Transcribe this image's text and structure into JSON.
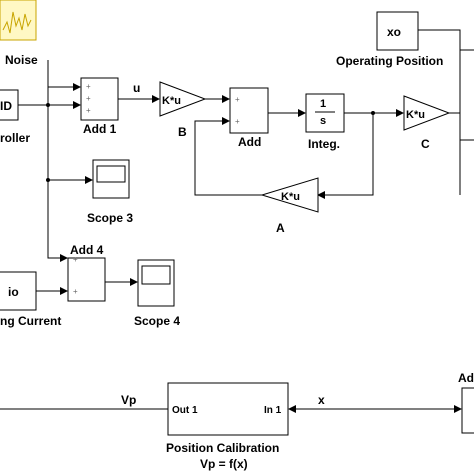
{
  "blocks": {
    "noise": {
      "label": "Noise"
    },
    "pid": {
      "text": "ID",
      "label": "roller"
    },
    "add1": {
      "label": "Add 1",
      "signs": [
        "+",
        "+",
        "+"
      ]
    },
    "gain_b": {
      "text": "K*u",
      "label": "B"
    },
    "add": {
      "label": "Add",
      "signs": [
        "+",
        "+"
      ]
    },
    "integ": {
      "num": "1",
      "den": "s",
      "label": "Integ."
    },
    "gain_c": {
      "text": "K*u",
      "label": "C"
    },
    "op_pos": {
      "text": "xo",
      "label": "Operating Position"
    },
    "gain_a": {
      "text": "K*u",
      "label": "A"
    },
    "scope3": {
      "label": "Scope 3"
    },
    "add4": {
      "label": "Add 4",
      "signs": [
        "+",
        "+"
      ]
    },
    "io": {
      "text": "io",
      "label": "ng Current"
    },
    "scope4": {
      "label": "Scope 4"
    },
    "pos_cal": {
      "out_port": "Out 1",
      "in_port": "In 1",
      "label": "Position Calibration",
      "formula": "Vp = f(x)"
    },
    "right_block": {
      "label": "Ad"
    }
  },
  "signals": {
    "u": "u",
    "vp": "Vp",
    "x": "x"
  },
  "colors": {
    "noise_bg": "#fff8c4",
    "noise_border": "#c8a400",
    "noise_wave": "#c8a400"
  }
}
